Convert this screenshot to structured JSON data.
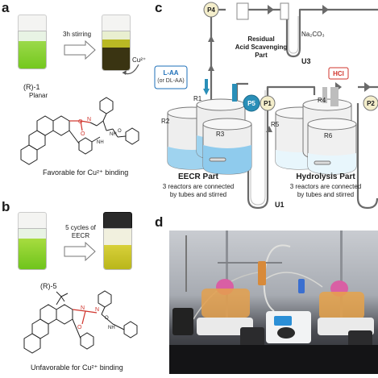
{
  "panel_a": {
    "label": "a",
    "arrow_text": "3h stirring",
    "compound_label": "(R)-1",
    "cu_label": "Cu²⁺",
    "planar_label": "Planar",
    "caption": "Favorable for Cu²⁺ binding"
  },
  "panel_b": {
    "label": "b",
    "arrow_text_1": "5 cycles of",
    "arrow_text_2": "EECR",
    "compound_label": "(R)-5",
    "caption": "Unfavorable for Cu²⁺ binding"
  },
  "panel_c": {
    "label": "c",
    "pumps": [
      "P4",
      "P5",
      "P1",
      "P2"
    ],
    "reactors": [
      "R1",
      "R2",
      "R3",
      "R4",
      "R5",
      "R6"
    ],
    "tubes": [
      "U3",
      "U1"
    ],
    "reagent_left_1": "L-AA",
    "reagent_left_2": "(or DL-AA)",
    "reagent_right": "HCl",
    "na2co3": "Na₂CO₃",
    "residual_1": "Residual",
    "residual_2": "Acid Scavenging",
    "residual_3": "Part",
    "eecr_title": "EECR Part",
    "eecr_sub_1": "3 reactors are connected",
    "eecr_sub_2": "by tubes and stirred",
    "hydro_title": "Hydrolysis Part",
    "hydro_sub_1": "3 reactors are connected",
    "hydro_sub_2": "by tubes and stirred"
  },
  "panel_d": {
    "label": "d"
  },
  "colors": {
    "green_solution": "#74c81e",
    "yellow_solution": "#c9c61c",
    "dark_solution": "#3a3412",
    "blue_liquid": "#9fd3ef",
    "pump_teal": "#2a8fb8",
    "reagent_red": "#d0342c",
    "reagent_blue": "#1e6fb8",
    "chem_red": "#d0342c"
  }
}
